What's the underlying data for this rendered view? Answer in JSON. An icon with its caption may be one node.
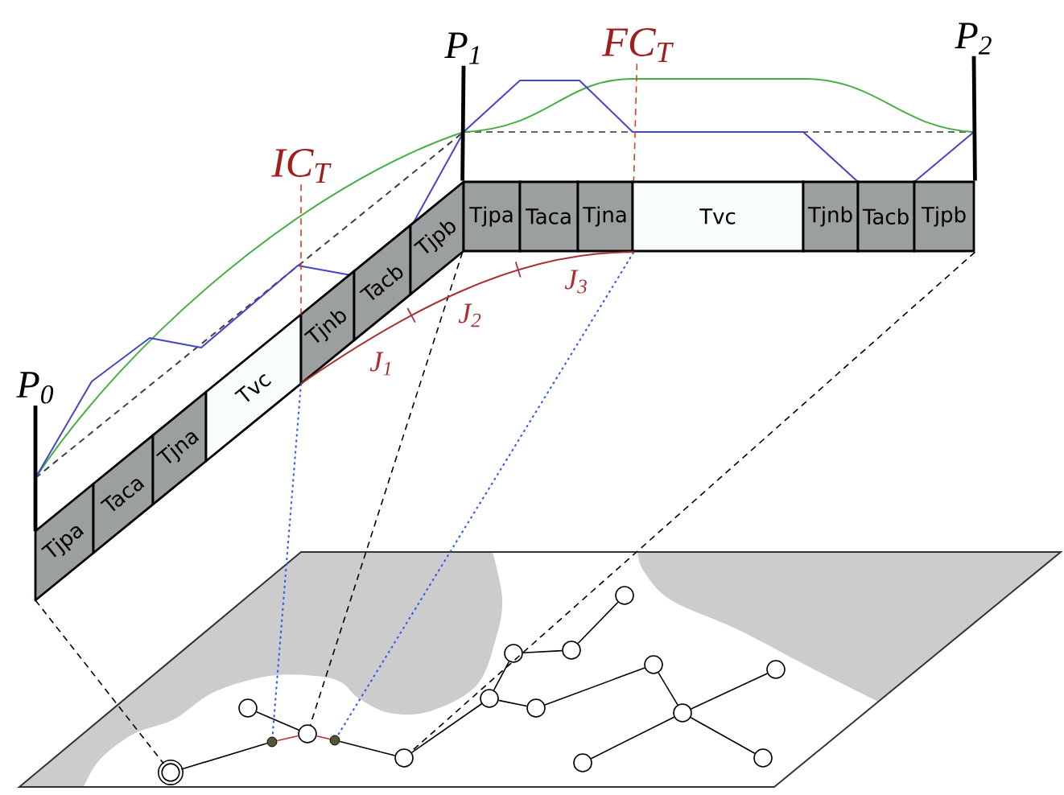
{
  "diagram": {
    "nodes": [
      {
        "text": [
          "IC$_{T}$"
        ]
      },
      {
        "text": [
          "FC$_{T}$"
        ]
      },
      {
        "text": [
          "Tjpa"
        ]
      },
      {
        "text": [
          "Taca"
        ]
      },
      {
        "text": [
          "Tjna"
        ]
      },
      {
        "text": [
          "Tvc"
        ]
      },
      {
        "text": [
          "Tjnb"
        ]
      },
      {
        "text": [
          "Tacb"
        ]
      },
      {
        "text": [
          "Tjpb"
        ]
      },
      {
        "text": [
          "Tjpa"
        ]
      },
      {
        "text": [
          "Taca"
        ]
      },
      {
        "text": [
          "Tjna"
        ]
      },
      {
        "text": [
          "Tvc"
        ]
      },
      {
        "text": [
          "Tjnb"
        ]
      },
      {
        "text": [
          "Tacb"
        ]
      },
      {
        "text": [
          "Tjpb"
        ]
      },
      {
        "text": [],
        "shape": "circle"
      },
      {
        "text": [],
        "shape": "circle"
      },
      {
        "text": [],
        "shape": "dot"
      },
      {
        "text": [],
        "shape": "circle"
      },
      {
        "text": [],
        "shape": "dot"
      },
      {
        "text": [],
        "shape": "circle"
      },
      {
        "text": [],
        "shape": "circle"
      },
      {
        "text": [],
        "shape": "circle"
      },
      {
        "text": [],
        "shape": "circle"
      },
      {
        "text": [],
        "shape": "circle"
      },
      {
        "text": [],
        "shape": "circle"
      },
      {
        "text": [],
        "shape": "circle"
      },
      {
        "text": [],
        "shape": "circle"
      },
      {
        "text": [],
        "shape": "circle"
      },
      {
        "text": [],
        "shape": "circle"
      },
      {
        "text": [],
        "shape": "circle"
      },
      {
        "text": [
          "P$_{0}$"
        ]
      },
      {
        "text": [
          "P$_{1}$"
        ]
      },
      {
        "text": [
          "P$_{2}$"
        ]
      }
    ],
    "edges": [
      {
        "from": 16,
        "to": 18,
        "arrow": "none"
      },
      {
        "from": 18,
        "to": 19,
        "arrow": "none",
        "color": "#cc2a2a"
      },
      {
        "from": 19,
        "to": 20,
        "arrow": "none",
        "color": "#cc2a2a"
      },
      {
        "from": 20,
        "to": 21,
        "arrow": "none"
      },
      {
        "from": 17,
        "to": 19,
        "arrow": "none"
      },
      {
        "from": 21,
        "to": 22,
        "arrow": "none"
      },
      {
        "from": 22,
        "to": 23,
        "arrow": "none"
      },
      {
        "from": 23,
        "to": 25,
        "arrow": "none"
      },
      {
        "from": 25,
        "to": 27,
        "arrow": "none"
      },
      {
        "from": 22,
        "to": 24,
        "arrow": "none"
      },
      {
        "from": 24,
        "to": 28,
        "arrow": "none"
      },
      {
        "from": 28,
        "to": 29,
        "arrow": "none"
      },
      {
        "from": 29,
        "to": 31,
        "arrow": "none"
      },
      {
        "from": 29,
        "to": 26,
        "arrow": "none"
      },
      {
        "from": 29,
        "to": 30,
        "arrow": "none"
      },
      {
        "from": 2,
        "to": 16,
        "arrow": "none",
        "style": "dashed"
      },
      {
        "from": 9,
        "to": 19,
        "arrow": "none",
        "style": "dashed"
      },
      {
        "from": 15,
        "to": 21,
        "arrow": "none",
        "style": "dashed"
      },
      {
        "from": 6,
        "to": 18,
        "arrow": "none",
        "style": "dashed",
        "color": "#2f55ff"
      },
      {
        "from": 11,
        "to": 20,
        "arrow": "none",
        "style": "dashed",
        "color": "#2f55ff"
      },
      {
        "from": 0,
        "to": 6,
        "arrow": "none",
        "style": "dashed",
        "color": "#d2401e"
      },
      {
        "from": 1,
        "to": 11,
        "arrow": "none",
        "style": "dashed",
        "color": "#d2401e"
      },
      {
        "from": 32,
        "to": 2,
        "arrow": "none",
        "style": "thick"
      },
      {
        "from": 33,
        "to": 9,
        "arrow": "none",
        "style": "thick"
      },
      {
        "from": 34,
        "to": 15,
        "arrow": "none",
        "style": "thick"
      },
      {
        "from": 6,
        "to": 11,
        "arrow": "none",
        "color": "#a83232"
      }
    ],
    "labels": [
      "J$_{1}$",
      "J$_{2}$",
      "J$_{3}$"
    ]
  }
}
